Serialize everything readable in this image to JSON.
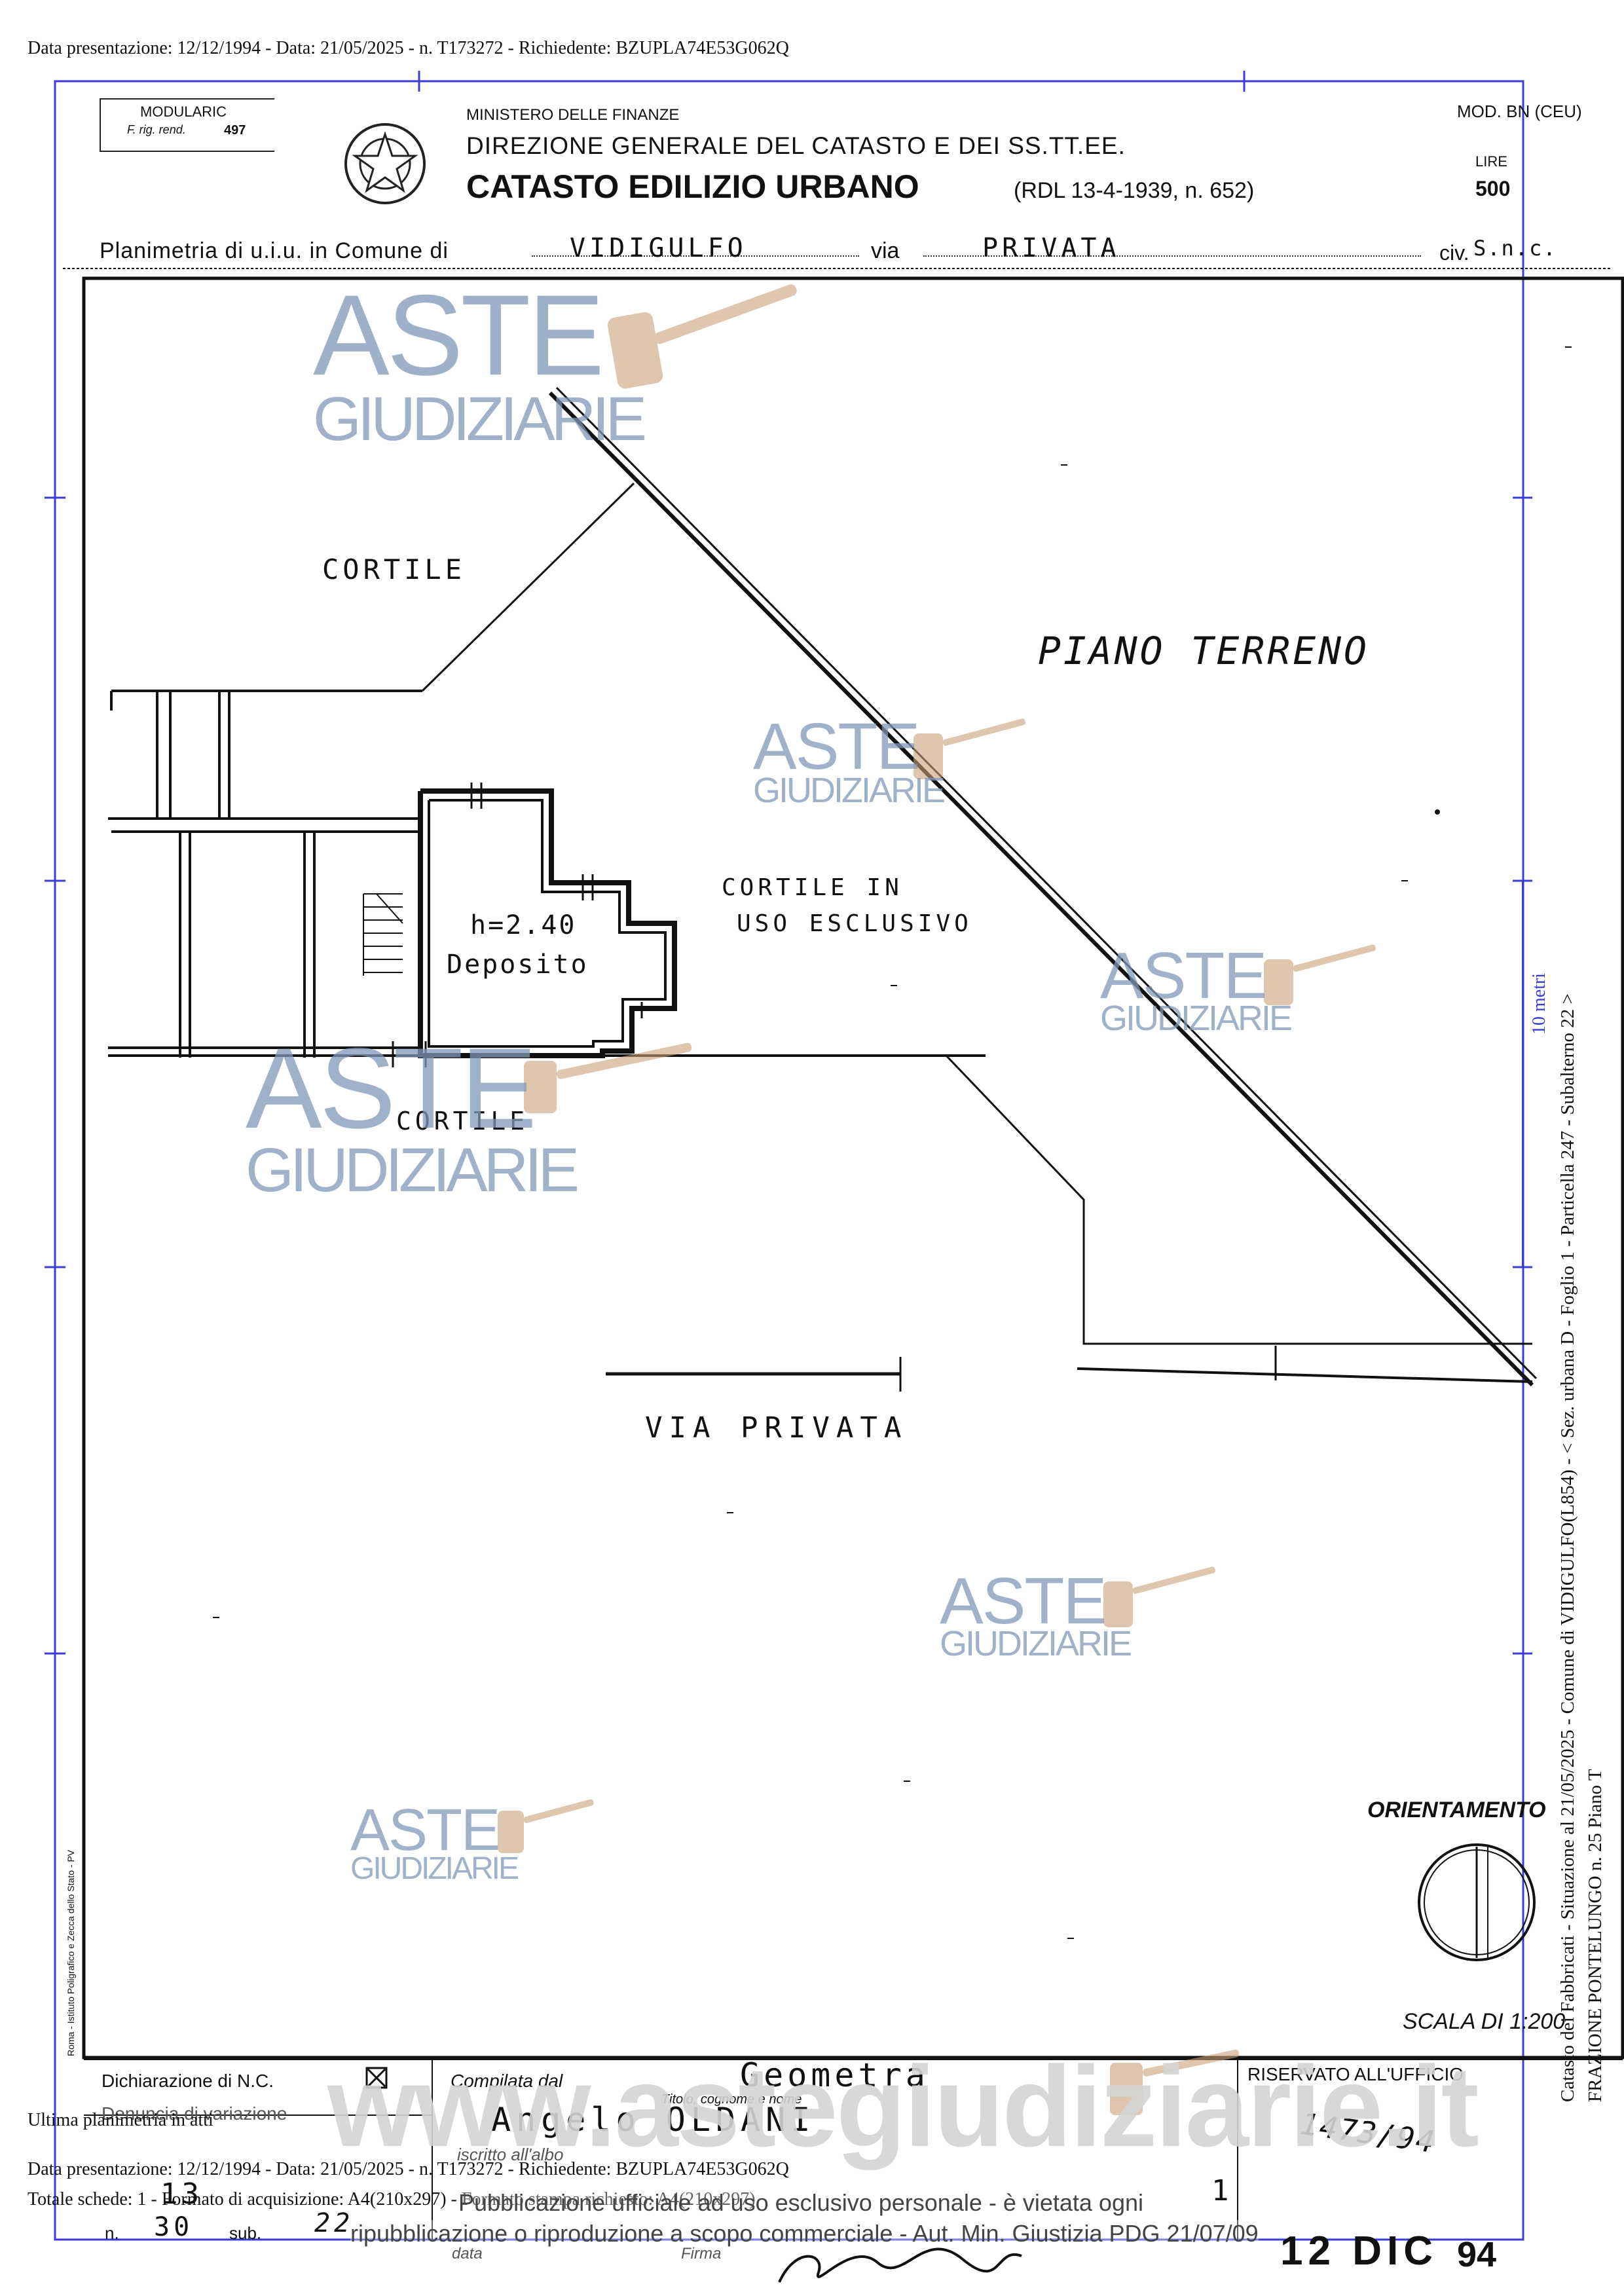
{
  "header_line": "Data presentazione: 12/12/1994 - Data: 21/05/2025 - n. T173272 - Richiedente: BZUPLA74E53G062Q",
  "stamp": {
    "line1": "MODULARIC",
    "line2": "F. rig. rend.",
    "line3": "497"
  },
  "ministry": {
    "line1": "MINISTERO DELLE FINANZE",
    "line2": "DIREZIONE GENERALE DEL CATASTO E DEI SS.TT.EE.",
    "line3": "CATASTO EDILIZIO URBANO",
    "line3b": "(RDL 13-4-1939, n. 652)"
  },
  "mod": {
    "code": "MOD. BN (CEU)",
    "lire_label": "LIRE",
    "lire_value": "500"
  },
  "planimetria": {
    "label_prefix": "Planimetria di u.i.u. in Comune di",
    "comune": "VIDIGULFO",
    "via_label": "via",
    "via": "PRIVATA",
    "civ_label": "civ.",
    "civ": "S.n.c."
  },
  "plan_labels": {
    "cortile_top": "CORTILE",
    "piano": "PIANO TERRENO",
    "room_h": "h=2.40",
    "room_name": "Deposito",
    "cortile_uso_1": "CORTILE IN",
    "cortile_uso_2": "USO ESCLUSIVO",
    "cortile_bottom": "CORTILE",
    "via_privata": "VIA PRIVATA"
  },
  "scale": {
    "ten_meters": "10 metri",
    "orientamento": "ORIENTAMENTO",
    "scala": "SCALA DI 1:200"
  },
  "side_note": {
    "line1": "Catasto dei Fabbricati - Situazione al 21/05/2025 - Comune di VIDIGULFO(L854) - < Sez. urbana D - Foglio 1 - Particella 247 - Subalterno 22 >",
    "line2": "FRAZIONE PONTELUNGO n. 25 Piano T"
  },
  "left_margin": "Roma - Istituto Poligrafico e Zecca dello Stato - PV",
  "footer": {
    "dichiarazione": "Dichiarazione di N.C.",
    "denuncia": "Denuncia di variazione",
    "ultima": "Ultima planimetria in atti",
    "compilata": "Compilata dal",
    "titolo": "Titolo, cognome e nome",
    "geometra": "Geometra",
    "name": "Angelo OLDANI",
    "iscritto": "iscritto all'albo",
    "riservato": "RISERVATO ALL'UFFICIO",
    "data_pres": "Data presentazione: 12/12/1994 - Data: 21/05/2025 - n. T173272 - Richiedente: BZUPLA74E53G062Q",
    "totale": "Totale schede: 1 - Formato di acquisizione: A4(210x297) - Formato stampa richiesto: A4(210x297)",
    "fg": "13",
    "n_label": "n.",
    "n_value": "30",
    "sub_label": "sub.",
    "sub_value": "22",
    "data_label": "data",
    "firma_label": "Firma",
    "handwritten_num": "1473/94",
    "handwritten_1": "1",
    "date_stamp": "12 DIC",
    "year_stamp": "94"
  },
  "watermarks": {
    "aste": "ASTE",
    "giudiziarie": "GIUDIZIARIE",
    "url": "www.astegiudiziarie.it"
  },
  "disclaimer": {
    "line1": "Pubblicazione ufficiale ad uso esclusivo personale - è vietata ogni",
    "line2": "ripubblicazione o riproduzione a scopo commerciale - Aut. Min. Giustizia PDG 21/07/09"
  }
}
